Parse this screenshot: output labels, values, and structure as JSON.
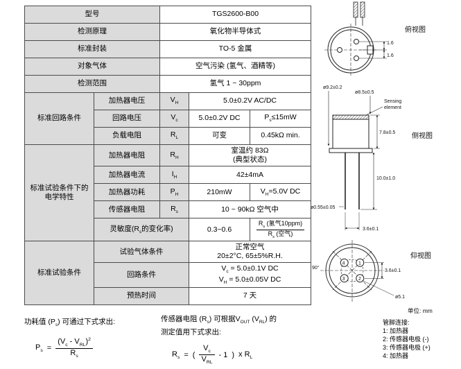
{
  "colors": {
    "header_bg": "#dbdbdb",
    "border": "#4a4a4a"
  },
  "table": {
    "simple": [
      {
        "label": "型号",
        "value": "TGS2600-B00"
      },
      {
        "label": "检测原理",
        "value": "氧化物半导体式"
      },
      {
        "label": "标准封装",
        "value": "TO-5 金属"
      },
      {
        "label": "对象气体",
        "value": "空气污染 (氢气、酒精等)"
      },
      {
        "label": "检测范围",
        "value": "氢气 1 ~ 30ppm"
      }
    ],
    "circuit": {
      "group": "标准回路条件",
      "r1": {
        "name": "加热器电压",
        "sym_b": "V",
        "sym_s": "H",
        "val": "5.0±0.2V AC/DC"
      },
      "r2": {
        "name": "回路电压",
        "sym_b": "V",
        "sym_s": "c",
        "val": "5.0±0.2V DC",
        "note_b": "P",
        "note_s": "s",
        "note_t": "≤15mW"
      },
      "r3": {
        "name": "负载电阻",
        "sym_b": "R",
        "sym_s": "L",
        "val": "可变",
        "note": "0.45kΩ min."
      }
    },
    "elec": {
      "group": "标准试验条件下的电学特性",
      "r1": {
        "name": "加热器电阻",
        "sym_b": "R",
        "sym_s": "H",
        "val1": "室温约 83Ω",
        "val2": "(典型状态)"
      },
      "r2": {
        "name": "加热器电流",
        "sym_b": "I",
        "sym_s": "H",
        "val": "42±4mA"
      },
      "r3": {
        "name": "加热器功耗",
        "sym_b": "P",
        "sym_s": "H",
        "val": "210mW",
        "note_b": "V",
        "note_s": "H",
        "note_t": "=5.0V DC"
      },
      "r4": {
        "name": "传感器电阻",
        "sym_b": "R",
        "sym_s": "s",
        "val": "10 ~ 90kΩ 空气中"
      },
      "r5": {
        "name_1": "灵敏度(R",
        "name_s": "s",
        "name_2": "的变化率)",
        "val": "0.3~0.6",
        "num_b": "R",
        "num_s": "s",
        "num_t": " (氢气10ppm)",
        "den_b": "R",
        "den_s": "s",
        "den_t": " (空气)"
      }
    },
    "test": {
      "group": "标准试验条件",
      "r1": {
        "name": "试验气体条件",
        "val1": "正常空气",
        "val2": "20±2°C, 65±5%R.H."
      },
      "r2": {
        "name": "回路条件",
        "l1_b": "V",
        "l1_s": "c",
        "l1_t": " = 5.0±0.1V DC",
        "l2_b": "V",
        "l2_s": "H",
        "l2_t": " = 5.0±0.05V DC"
      },
      "r3": {
        "name": "预热时间",
        "val": "7 天"
      }
    }
  },
  "notes": {
    "left": {
      "cap_1": "功耗值 (P",
      "cap_s": "s",
      "cap_2": ") 可通过下式求出:",
      "lhs_b": "P",
      "lhs_s": "s",
      "eq": "=",
      "num_1": "(V",
      "num_s1": "c",
      "num_2": " - V",
      "num_s2": "RL",
      "num_3": ")",
      "num_sup": "2",
      "den_b": "R",
      "den_s": "s"
    },
    "right": {
      "cap_1": "传感器电阻 (R",
      "cap_s1": "s",
      "cap_2": ") 可根据V",
      "cap_s2": "OUT",
      "cap_3": " (V",
      "cap_s3": "RL",
      "cap_4": ") 的",
      "cap_line2": "测定值用下式求出:",
      "lhs_b": "R",
      "lhs_s": "s",
      "eq": "=",
      "open": "(",
      "num_b": "V",
      "num_s": "c",
      "den_b": "V",
      "den_s": "RL",
      "tail": "- 1",
      "close": ")",
      "mul": "x R",
      "mul_s": "L"
    }
  },
  "diagram": {
    "top_view_label": "俯视图",
    "side_view_label": "侧视图",
    "bottom_view_label": "仰视图",
    "unit_label": "单位: mm",
    "sensing_1": "Sensing",
    "sensing_2": "element",
    "dim_pin_pitch_a": "1.6",
    "dim_pin_pitch_b": "1.6",
    "dim_flange_dia": "ø9.2±0.2",
    "dim_body_dia": "ø8.5±0.5",
    "dim_body_h": "7.8±0.5",
    "dim_lead_len": "10.0±1.0",
    "dim_lead_dia": "ø0.55±0.05",
    "dim_lead_span": "3.6±0.1",
    "dim_pin_span": "3.6±0.1",
    "dim_pitch_circle": "ø5.1",
    "angle": "90°",
    "pin_numbers": {
      "p1": "1",
      "p2": "2",
      "p3": "3",
      "p4": "4"
    },
    "pinout": {
      "title": "管脚连接:",
      "l1": "1: 加热器",
      "l2": "2: 传感器电极 (-)",
      "l3": "3: 传感器电极 (+)",
      "l4": "4: 加热器"
    }
  }
}
